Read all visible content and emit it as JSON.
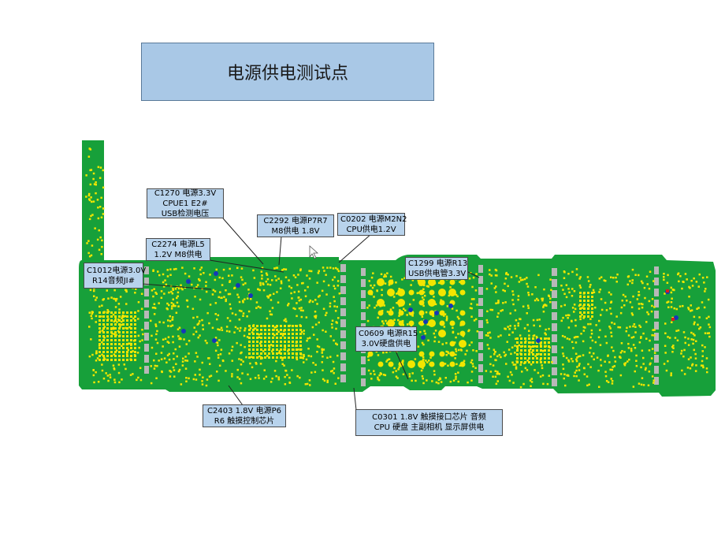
{
  "title": "电源供电测试点",
  "labels": {
    "c1270": [
      "C1270 电源3.3V",
      "CPUE1 E2#",
      "USB检测电压"
    ],
    "c2292": [
      "C2292 电源P7R7",
      "M8供电 1.8V"
    ],
    "c0202": [
      "C0202 电源M2N2",
      "CPU供电1.2V"
    ],
    "c2274": [
      "C2274 电源L5",
      "1.2V M8供电"
    ],
    "c1012": [
      "C1012电源3.0V",
      "R14音频JI#"
    ],
    "c1299": [
      "C1299 电源R13",
      "USB供电管3.3V"
    ],
    "c0609": [
      "C0609 电源R15",
      "3.0V硬盘供电"
    ],
    "c2403": [
      "C2403 1.8V 电源P6",
      "R6 触摸控制芯片"
    ],
    "c0301": [
      "C0301 1.8V 触摸接口芯片 音频",
      "CPU 硬盘 主副相机 显示屏供电"
    ]
  },
  "colors": {
    "pcb": "#17a03a",
    "pad": "#f2e600",
    "via": "#1538b8",
    "label_bg": "#b8d3ec",
    "title_bg": "#a9c8e6"
  }
}
